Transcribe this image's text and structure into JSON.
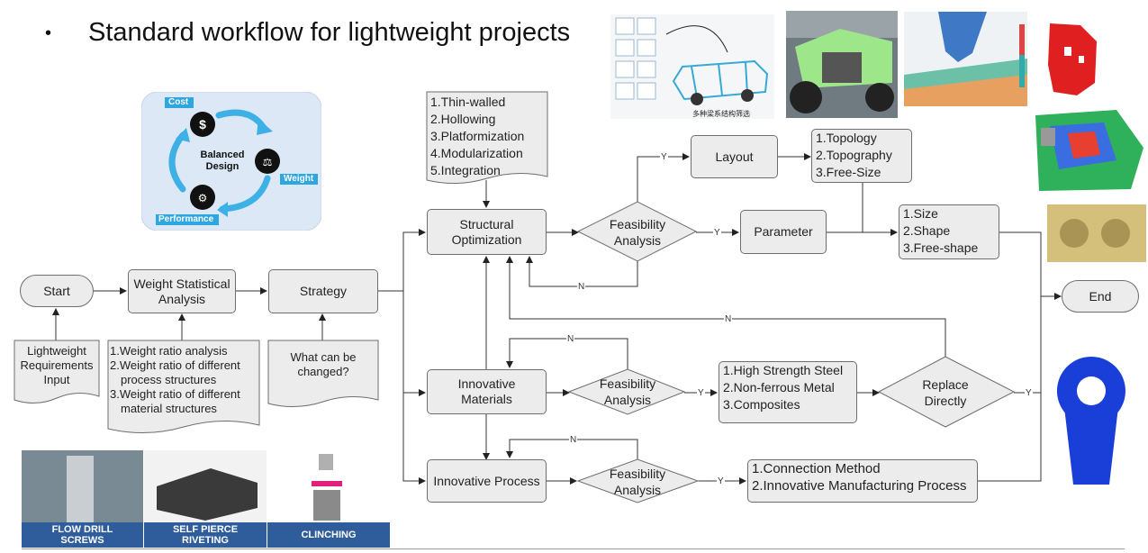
{
  "title": "Standard workflow for lightweight projects",
  "cycle": {
    "cost": "Cost",
    "weight": "Weight",
    "performance": "Performance",
    "center_line1": "Balanced",
    "center_line2": "Design"
  },
  "nodes": {
    "start": "Start",
    "weight_stat_l1": "Weight Statistical",
    "weight_stat_l2": "Analysis",
    "strategy": "Strategy",
    "end": "End",
    "struct_opt_l1": "Structural",
    "struct_opt_l2": "Optimization",
    "innov_mat_l1": "Innovative",
    "innov_mat_l2": "Materials",
    "innov_proc": "Innovative Process",
    "layout": "Layout",
    "parameter": "Parameter",
    "feas_l1": "Feasibility",
    "feas_l2": "Analysis",
    "replace_l1": "Replace",
    "replace_l2": "Directly"
  },
  "docs": {
    "req_l1": "Lightweight",
    "req_l2": "Requirements",
    "req_l3": "Input",
    "analysis": [
      "1.Weight ratio analysis",
      "2.Weight ratio of different",
      "process structures",
      "3.Weight ratio of different",
      "material structures"
    ],
    "changed_l1": "What can be",
    "changed_l2": "changed?",
    "methods": [
      "1.Thin-walled",
      "2.Hollowing",
      "3.Platformization",
      "4.Modularization",
      "5.Integration"
    ]
  },
  "lists": {
    "topology": [
      "1.Topology",
      "2.Topography",
      "3.Free-Size"
    ],
    "size": [
      "1.Size",
      "2.Shape",
      "3.Free-shape"
    ],
    "materials": [
      "1.High Strength Steel",
      "2.Non-ferrous Metal",
      "3.Composites"
    ],
    "process": [
      "1.Connection Method",
      "2.Innovative Manufacturing Process"
    ]
  },
  "edge_labels": {
    "yes": "Y",
    "no": "N"
  },
  "image_caption": "多种梁系结构筛选",
  "strip": [
    "FLOW DRILL",
    "SCREWS",
    "SELF PIERCE",
    "RIVETING",
    "CLINCHING"
  ],
  "colors": {
    "node_fill": "#ececec",
    "cycle_bg": "#dce8f5",
    "cycle_arrow": "#3db0e6",
    "tag": "#2ea6e0",
    "strip_bar": "#2f5d9b"
  }
}
